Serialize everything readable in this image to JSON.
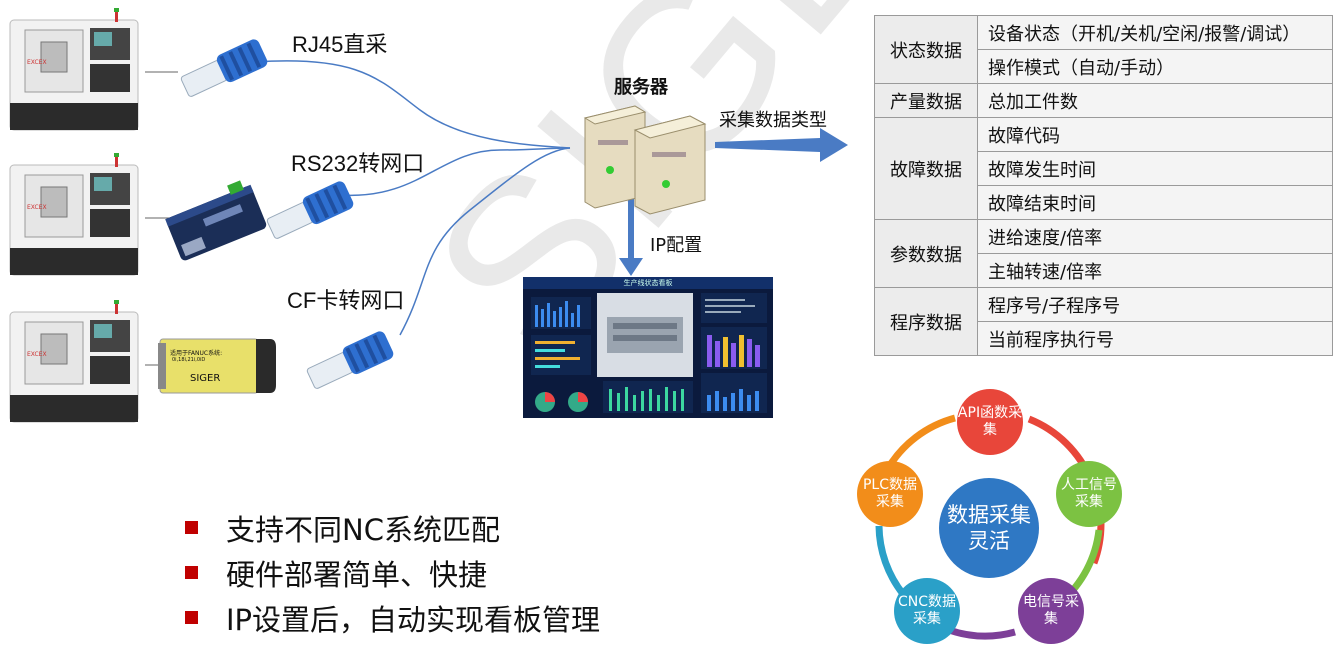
{
  "watermark": "SIGER",
  "left_labels": {
    "rj45": "RJ45直采",
    "rs232": "RS232转网口",
    "cf": "CF卡转网口"
  },
  "machines": [
    {
      "brand": "EXCEX"
    },
    {
      "brand": "EXCEX"
    },
    {
      "brand": "EXCEX"
    }
  ],
  "cf_card": {
    "text": "适用于FANUC系统:",
    "models": "0i,18i,21i,0iD",
    "brand": "SIGER"
  },
  "server": {
    "title": "服务器",
    "arrow_label": "采集数据类型",
    "ip_label": "IP配置"
  },
  "dashboard": {
    "title": "生产线状态看板"
  },
  "data_types": [
    {
      "category": "状态数据",
      "items": [
        "设备状态（开机/关机/空闲/报警/调试）",
        "操作模式（自动/手动）"
      ]
    },
    {
      "category": "产量数据",
      "items": [
        "总加工件数"
      ]
    },
    {
      "category": "故障数据",
      "items": [
        "故障代码",
        "故障发生时间",
        "故障结束时间"
      ]
    },
    {
      "category": "参数数据",
      "items": [
        "进给速度/倍率",
        "主轴转速/倍率"
      ]
    },
    {
      "category": "程序数据",
      "items": [
        " 程序号/子程序号",
        "当前程序执行号"
      ]
    }
  ],
  "bullets": [
    "支持不同NC系统匹配",
    "硬件部署简单、快捷",
    "IP设置后，自动实现看板管理"
  ],
  "cycle": {
    "center": "数据采集灵活",
    "nodes": [
      {
        "label": "API函数采集",
        "color": "#e8463a"
      },
      {
        "label": "人工信号采集",
        "color": "#7cc242"
      },
      {
        "label": "电信号采集",
        "color": "#7d3f98"
      },
      {
        "label": "CNC数据采集",
        "color": "#2aa0c8"
      },
      {
        "label": "PLC数据采集",
        "color": "#f28d1a"
      }
    ],
    "hub_color": "#2f78c4"
  }
}
